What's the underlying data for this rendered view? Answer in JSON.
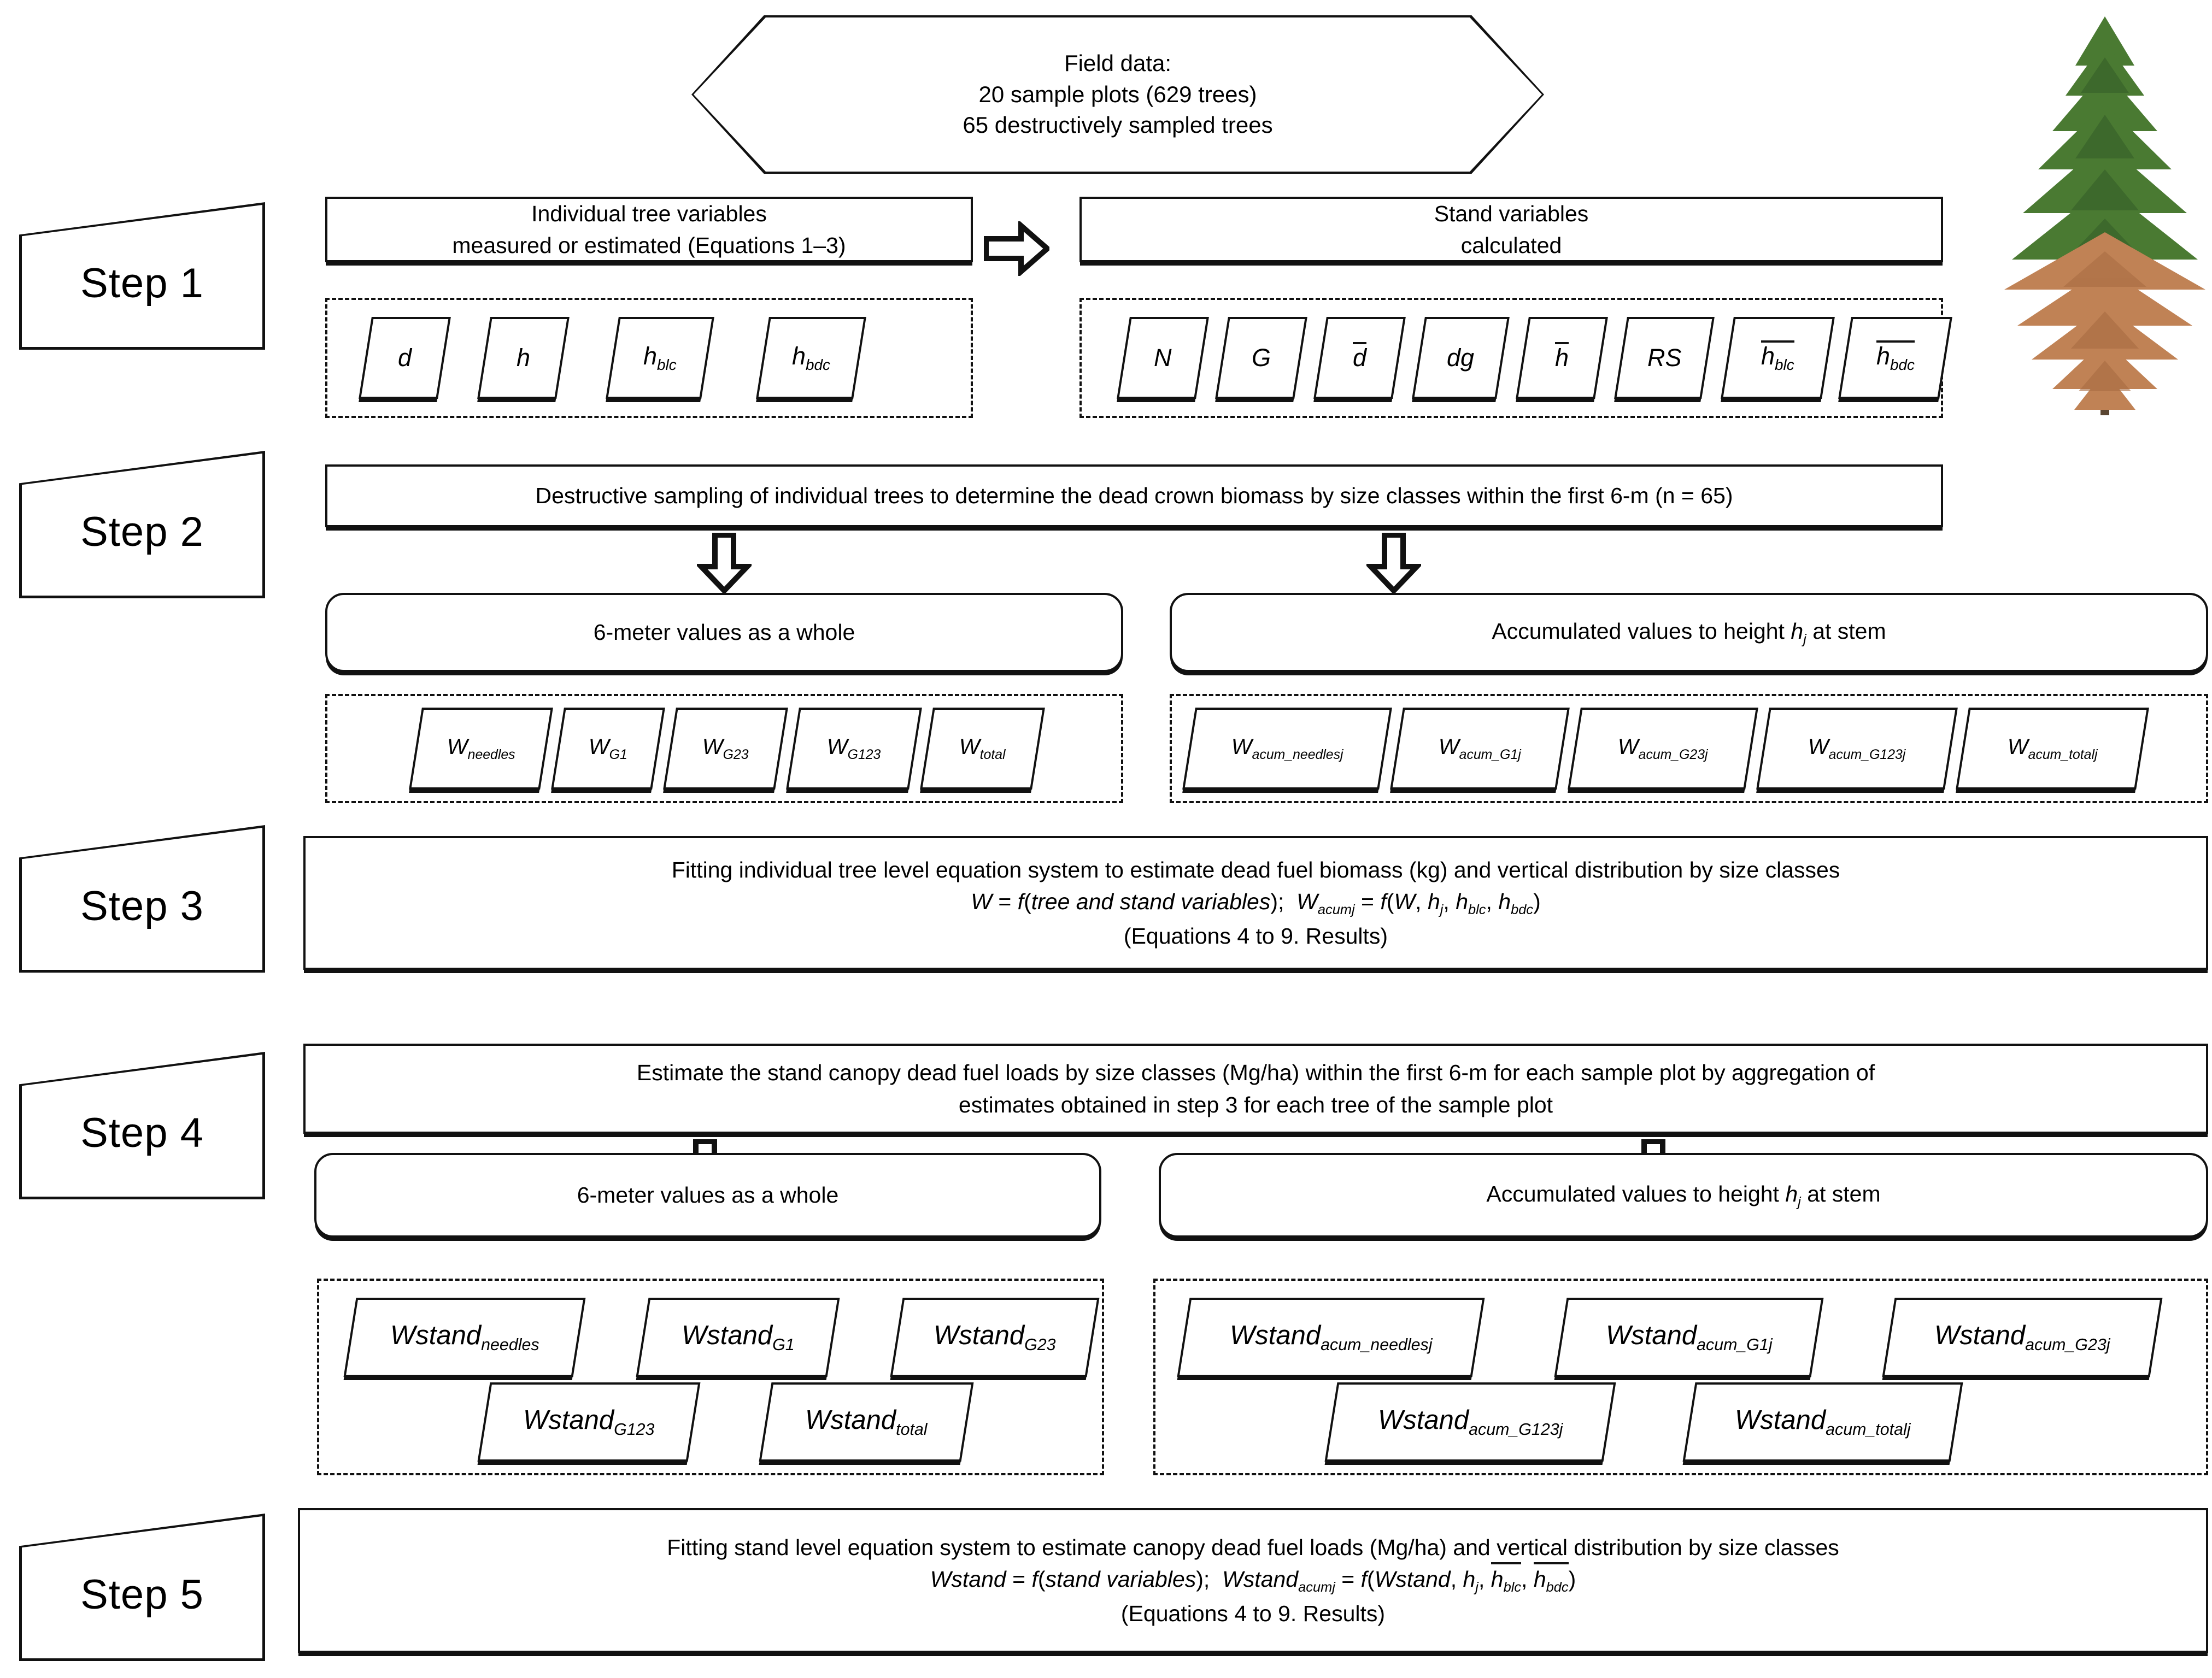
{
  "header": {
    "title_line1": "Field data:",
    "title_line2": "20 sample plots (629 trees)",
    "title_line3": "65 destructively sampled trees"
  },
  "icons": {
    "tree": "conifer-tree-icon",
    "arrow_right": "block-arrow-right-icon",
    "arrow_down": "block-arrow-down-icon"
  },
  "steps": [
    {
      "label": "Step 1",
      "boxes": [
        {
          "line1": "Individual tree variables",
          "line2": "measured or estimated (Equations 1–3)"
        },
        {
          "line1": "Stand variables",
          "line2": "calculated"
        }
      ],
      "tree_variables": [
        "d",
        "h",
        "h_blc",
        "h_bdc"
      ],
      "stand_variables": [
        "N",
        "G",
        "d̄",
        "dg",
        "h̄",
        "RS",
        "h̄_blc",
        "h̄_bdc"
      ]
    },
    {
      "label": "Step 2",
      "header": "Destructive sampling of individual trees to determine the dead crown biomass by size classes within the first 6-m (n = 65)",
      "left_title": "6-meter values as a whole",
      "right_title": "Accumulated values to height h_j at stem",
      "left_variables": [
        "W_needles",
        "W_G1",
        "W_G23",
        "W_G123",
        "W_total"
      ],
      "right_variables": [
        "W_acum_needlesj",
        "W_acum_G1j",
        "W_acum_G23j",
        "W_acum_G123j",
        "W_acum_totalj"
      ]
    },
    {
      "label": "Step 3",
      "line1": "Fitting individual tree level equation system to estimate dead fuel biomass (kg) and vertical distribution by size classes",
      "line2": "W = f(tree and stand variables);  W_acumj = f(W, h_j, h_blc, h_bdc)",
      "line3": "(Equations 4 to 9. Results)"
    },
    {
      "label": "Step 4",
      "header_line1": "Estimate the stand canopy dead fuel loads by size classes (Mg/ha) within the first 6-m for each sample plot by aggregation of",
      "header_line2": "estimates obtained in step 3 for each tree of the sample plot",
      "left_title": "6-meter values as a whole",
      "right_title": "Accumulated values to height h_j at stem",
      "left_variables": [
        "Wstand_needles",
        "Wstand_G1",
        "Wstand_G23",
        "Wstand_G123",
        "Wstand_total"
      ],
      "right_variables": [
        "Wstand_acum_needlesj",
        "Wstand_acum_G1j",
        "Wstand_acum_G23j",
        "Wstand_acum_G123j",
        "Wstand_acum_totalj"
      ]
    },
    {
      "label": "Step 5",
      "line1": "Fitting stand level equation system to estimate canopy dead fuel loads (Mg/ha) and vertical distribution by size classes",
      "line2": "Wstand = f(stand variables);  Wstand_acumj = f(Wstand, h_j, h̄_blc, h̄_bdc)",
      "line3": "(Equations 4 to 9. Results)"
    }
  ],
  "colors": {
    "line": "#111111",
    "background": "#ffffff",
    "tree_live": "#4a7a32",
    "tree_dead": "#c08255",
    "tree_trunk": "#5a4632"
  }
}
